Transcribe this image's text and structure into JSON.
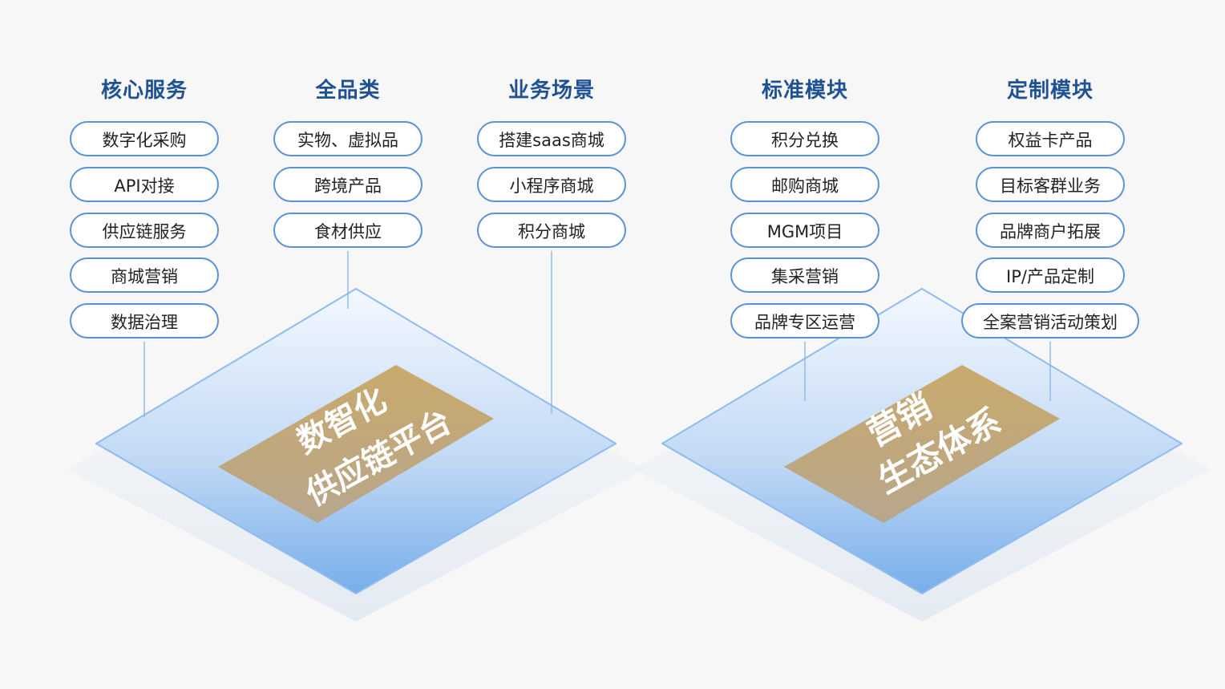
{
  "columns": [
    {
      "title": "核心服务",
      "items": [
        "数字化采购",
        "API对接",
        "供应链服务",
        "商城营销",
        "数据治理"
      ]
    },
    {
      "title": "全品类",
      "items": [
        "实物、虚拟品",
        "跨境产品",
        "食材供应"
      ]
    },
    {
      "title": "业务场景",
      "items": [
        "搭建saas商城",
        "小程序商城",
        "积分商城"
      ]
    },
    {
      "title": "标准模块",
      "items": [
        "积分兑换",
        "邮购商城",
        "MGM项目",
        "集采营销",
        "品牌专区运营"
      ]
    },
    {
      "title": "定制模块",
      "items": [
        "权益卡产品",
        "目标客群业务",
        "品牌商户拓展",
        "IP/产品定制",
        "全案营销活动策划"
      ]
    }
  ],
  "platforms": [
    {
      "line1": "数智化",
      "line2": "供应链平台"
    },
    {
      "line1": "营销",
      "line2": "生态体系"
    }
  ],
  "colors": {
    "title": "#1f5294",
    "pill_border": "#5793d6",
    "gold_top": "#c8a96a",
    "gold_bottom": "#b9a58a",
    "platform_blue": "#9cc5f0"
  }
}
